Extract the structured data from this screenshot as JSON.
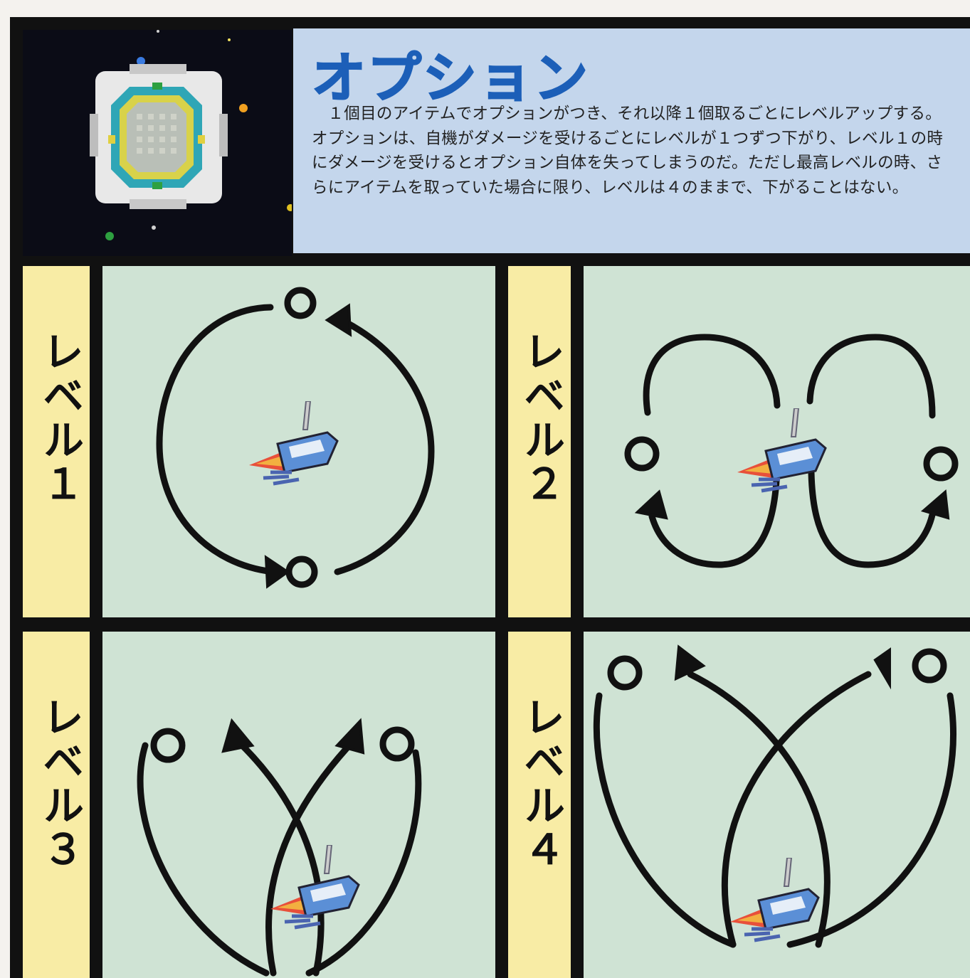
{
  "header": {
    "title": "オプション",
    "description": "１個目のアイテムでオプションがつき、それ以降１個取るごとにレベルアップする。オプションは、自機がダメージを受けるごとにレベルが１つずつ下がり、レベル１の時にダメージを受けるとオプション自体を失ってしまうのだ。ただし最高レベルの時、さらにアイテムを取っていた場合に限り、レベルは４のままで、下がることはない。"
  },
  "levels": [
    {
      "label": "レベル１"
    },
    {
      "label": "レベル２"
    },
    {
      "label": "レベル３"
    },
    {
      "label": "レベル４"
    }
  ],
  "colors": {
    "title": "#1c5fb8",
    "header_bg": "#c4d6ec",
    "cell_bg": "#cfe3d4",
    "label_bg": "#f8eca5"
  }
}
